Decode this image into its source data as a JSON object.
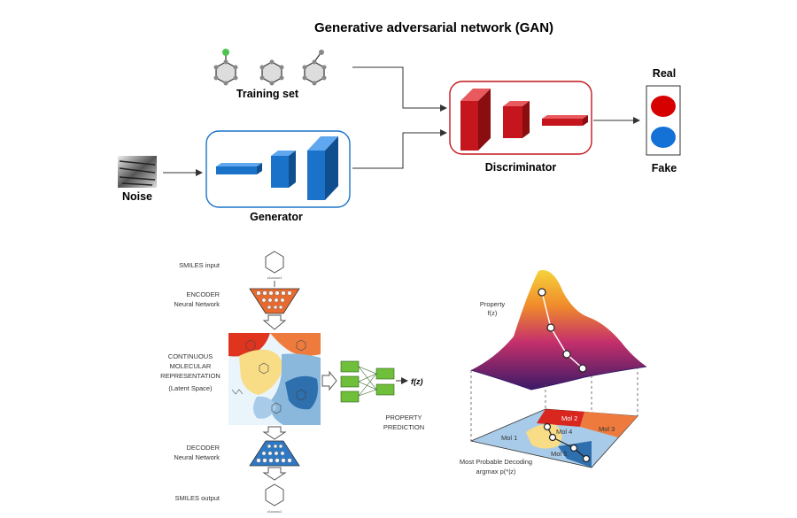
{
  "gan": {
    "title": "Generative adversarial network (GAN)",
    "training_set_label": "Training set",
    "noise_label": "Noise",
    "generator_label": "Generator",
    "discriminator_label": "Discriminator",
    "real_label": "Real",
    "fake_label": "Fake",
    "colors": {
      "generator": "#1a73c8",
      "discriminator": "#c4161c",
      "real": "#d60000",
      "fake": "#1471d6"
    }
  },
  "vae": {
    "smiles_input_label": "SMILES input",
    "smiles_output_label": "SMILES output",
    "smiles_string_in": "c1ccccc1",
    "smiles_string_out": "c1ccccc1",
    "encoder_line1": "ENCODER",
    "encoder_line2": "Neural Network",
    "decoder_line1": "DECODER",
    "decoder_line2": "Neural Network",
    "latent_line1": "CONTINUOUS",
    "latent_line2": "MOLECULAR",
    "latent_line3": "REPRESENTATION",
    "latent_line4": "(Latent Space)",
    "fz_label": "f(z)",
    "property_prediction_line1": "PROPERTY",
    "property_prediction_line2": "PREDICTION",
    "property_label": "Property",
    "property_fz": "f(z)",
    "mol1": "Mol 1",
    "mol2": "Mol 2",
    "mol3": "Mol 3",
    "mol4": "Mol 4",
    "mol5": "Mol 5",
    "decoding_line1": "Most Probable Decoding",
    "decoding_line2": "argmax p(*|z)"
  }
}
